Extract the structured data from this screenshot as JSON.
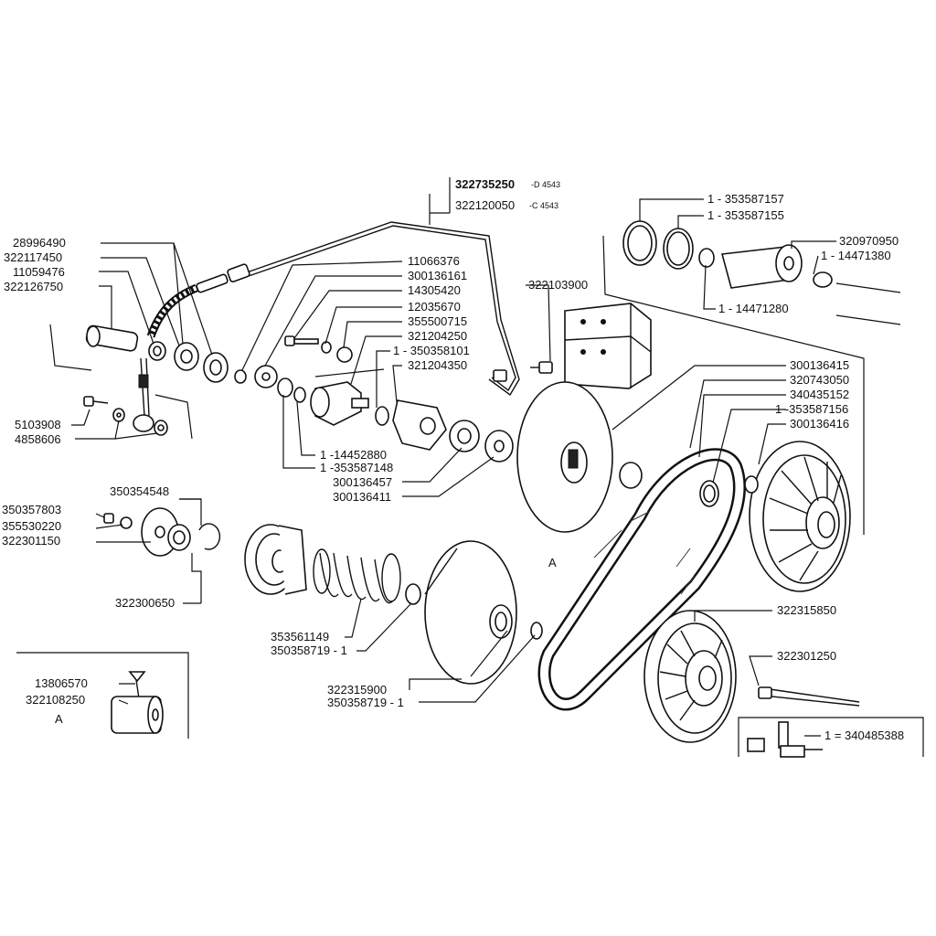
{
  "header": {
    "main_part": "322735250",
    "main_suffix": "-D 4543",
    "alt_part": "322120050",
    "alt_suffix": "-C 4543"
  },
  "labels": {
    "p28996490": "28996490",
    "p322117450": "322117450",
    "p11059476": "11059476",
    "p322126750": "322126750",
    "p5103908": "5103908",
    "p4858606": "4858606",
    "p11066376": "11066376",
    "p300136161": "300136161",
    "p14305420": "14305420",
    "p12035670": "12035670",
    "p355500715": "355500715",
    "p321204250": "321204250",
    "p350358101": "1 - 350358101",
    "p321204350": "321204350",
    "p14452880": "1 -14452880",
    "p353587148": "1 -353587148",
    "p300136457": "300136457",
    "p300136411": "300136411",
    "p322103900": "322103900",
    "p353587157": "1 - 353587157",
    "p353587155": "1 - 353587155",
    "p320970950": "320970950",
    "p14471380": "1 - 14471380",
    "p14471280": "1 - 14471280",
    "p300136415": "300136415",
    "p320743050": "320743050",
    "p340435152": "340435152",
    "p353587156": "1 -353587156",
    "p300136416": "300136416",
    "p350354548": "350354548",
    "p350357803": "350357803",
    "p355530220": "355530220",
    "p322301150": "322301150",
    "p322300650": "322300650",
    "p353561149": "353561149",
    "p350358719a": "350358719 - 1",
    "p322315900": "322315900",
    "p350358719b": "350358719 - 1",
    "p322315850": "322315850",
    "p322301250": "322301250",
    "p13806570": "13806570",
    "p322108250": "322108250",
    "p340485388": "1 = 340485388",
    "ref_a_main": "A",
    "ref_a_inset": "A"
  }
}
